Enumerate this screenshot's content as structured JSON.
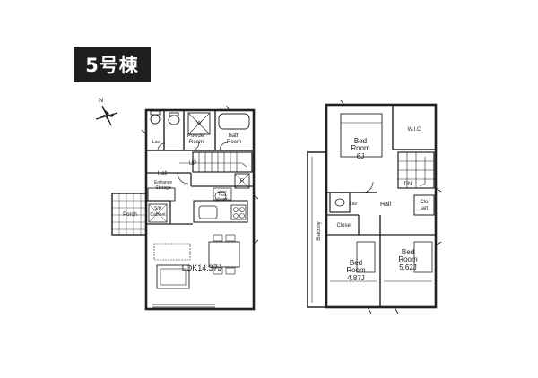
{
  "badge": {
    "label": "5号棟"
  },
  "compass": {
    "north_label": "N"
  },
  "floor1": {
    "rooms": {
      "lav": "Lav",
      "wash": "W",
      "powder": [
        "Powder",
        "Room"
      ],
      "bath": [
        "Bath",
        "Room"
      ],
      "up": "UP",
      "hall": "Hall",
      "entrance_storage": [
        "Entrance",
        "Storage"
      ],
      "porch": "Porch",
      "shoe_cabinet": [
        "S/K",
        "Cabinet"
      ],
      "under_floor": [
        "Under",
        "Floor",
        "Storage"
      ],
      "refrigerator": "R",
      "ldk": "LDK14.37J"
    }
  },
  "floor2": {
    "rooms": {
      "bed_main": [
        "Bed",
        "Room",
        "6J"
      ],
      "wic": "W.I.C",
      "dn": "DN",
      "lav": "Lav",
      "hall": "Hall",
      "closet_set": [
        "Clo",
        "set"
      ],
      "closet": "Closet",
      "balcony": "Balcony",
      "bed_left": [
        "Bed",
        "Room",
        "4.87J"
      ],
      "bed_right": [
        "Bed",
        "Room",
        "5.62J"
      ]
    }
  }
}
